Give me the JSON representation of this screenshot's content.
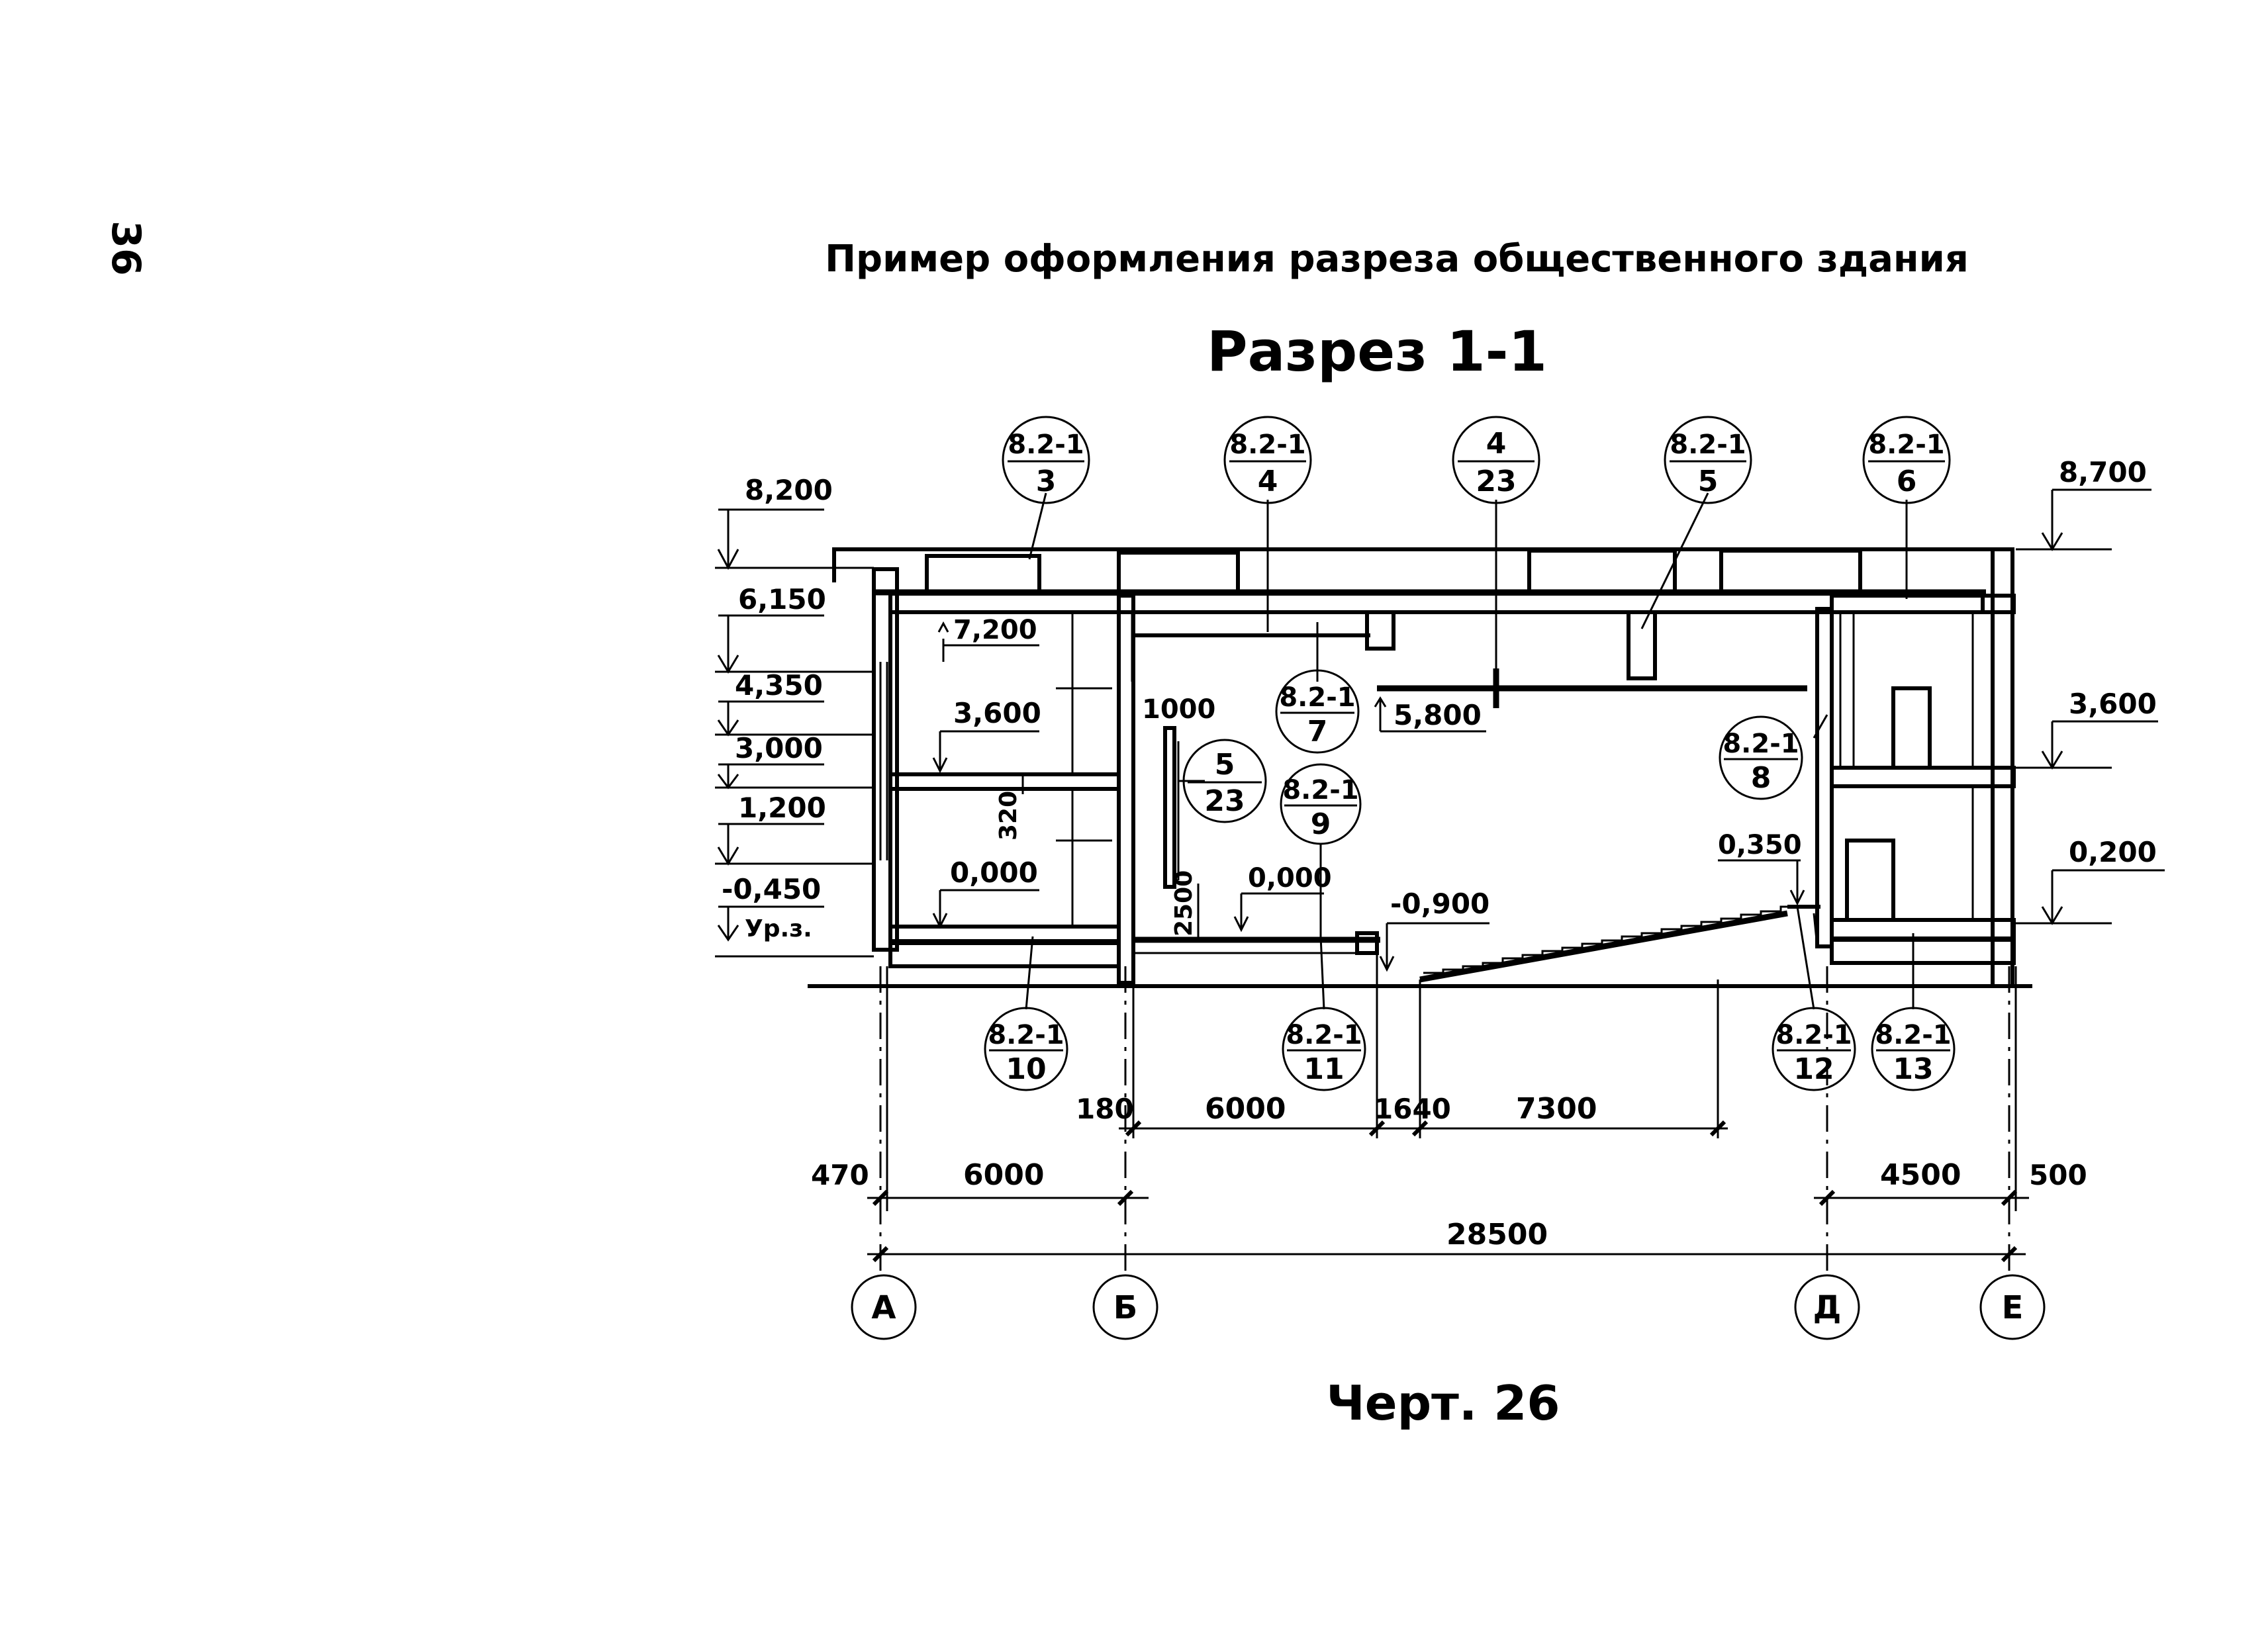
{
  "page_number": "36",
  "header": "Пример оформления разреза общественного здания",
  "title": "Разрез 1-1",
  "caption": "Черт. 26",
  "callouts_top": [
    {
      "top": "8.2-1",
      "bottom": "3"
    },
    {
      "top": "8.2-1",
      "bottom": "4"
    },
    {
      "top": "4",
      "bottom": "23"
    },
    {
      "top": "8.2-1",
      "bottom": "5"
    },
    {
      "top": "8.2-1",
      "bottom": "6"
    }
  ],
  "callouts_inner": [
    {
      "top": "8.2-1",
      "bottom": "7"
    },
    {
      "top": "5",
      "bottom": "23"
    },
    {
      "top": "8.2-1",
      "bottom": "9"
    },
    {
      "top": "8.2-1",
      "bottom": "8"
    }
  ],
  "callouts_bottom": [
    {
      "top": "8.2-1",
      "bottom": "10"
    },
    {
      "top": "8.2-1",
      "bottom": "11"
    },
    {
      "top": "8.2-1",
      "bottom": "12"
    },
    {
      "top": "8.2-1",
      "bottom": "13"
    }
  ],
  "levels_left": [
    "8,200",
    "6,150",
    "4,350",
    "3,000",
    "1,200",
    "-0,450",
    "Ур.з."
  ],
  "levels_right": [
    "8,700",
    "3,600",
    "0,200"
  ],
  "levels_inner": [
    "7,200",
    "3,600",
    "0,000",
    "5,800",
    "0,000",
    "-0,900",
    "0,350"
  ],
  "dimensions": {
    "d180": "180",
    "d6000a": "6000",
    "d1640": "1640",
    "d7300": "7300",
    "d470": "470",
    "d6000b": "6000",
    "d4500": "4500",
    "d500": "500",
    "d28500": "28500",
    "d1000": "1000",
    "d320": "320",
    "d2500": "2500"
  },
  "axes": [
    "А",
    "Б",
    "Д",
    "Е"
  ]
}
